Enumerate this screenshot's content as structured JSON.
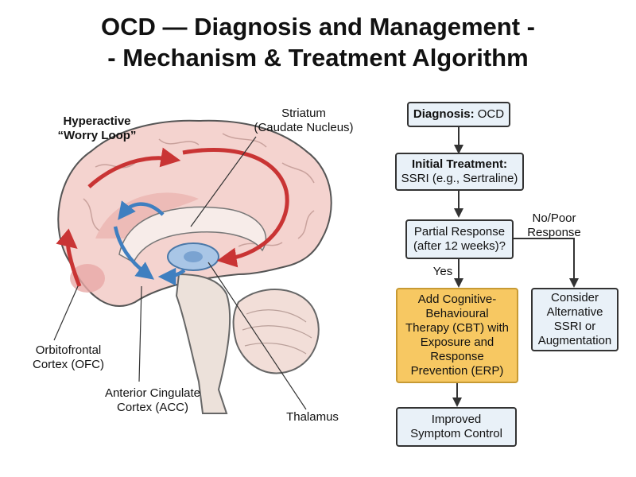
{
  "title": {
    "line1": "OCD — Diagnosis and Management -",
    "line2": "- Mechanism & Treatment Algorithm"
  },
  "brain": {
    "loop_label_1": "Hyperactive",
    "loop_label_2": "“Worry Loop”",
    "striatum_1": "Striatum",
    "striatum_2": "(Caudate Nucleus)",
    "ofc_1": "Orbitofrontal",
    "ofc_2": "Cortex (OFC)",
    "acc_1": "Anterior Cingulate",
    "acc_2": "Cortex (ACC)",
    "thalamus": "Thalamus"
  },
  "flow": {
    "diagnosis_bold": "Diagnosis:",
    "diagnosis_value": " OCD",
    "initial_bold": "Initial Treatment:",
    "initial_value": "SSRI (e.g., Sertraline)",
    "partial_1": "Partial Response",
    "partial_2": "(after 12 weeks)?",
    "no_poor_1": "No/Poor",
    "no_poor_2": "Response",
    "yes": "Yes",
    "cbt_1": "Add Cognitive-",
    "cbt_2": "Behavioural",
    "cbt_3": "Therapy (CBT) with",
    "cbt_4": "Exposure and",
    "cbt_5": "Response",
    "cbt_6": "Prevention (ERP)",
    "alt_1": "Consider",
    "alt_2": "Alternative",
    "alt_3": "SSRI or",
    "alt_4": "Augmentation",
    "improved_1": "Improved",
    "improved_2": "Symptom Control"
  },
  "colors": {
    "loop_red": "#c93434",
    "loop_blue": "#3f7fc0",
    "brain_pink": "#f4d3cf",
    "box_blue": "#e9f1f8",
    "box_yellow": "#f7c862"
  }
}
